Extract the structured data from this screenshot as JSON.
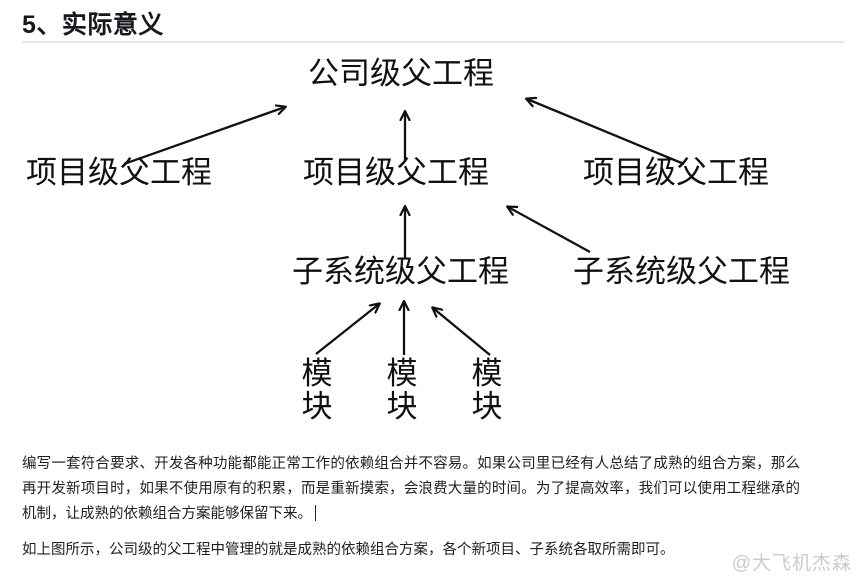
{
  "heading": {
    "text": "5、实际意义"
  },
  "diagram": {
    "type": "hierarchy-tree",
    "nodes": {
      "company": "公司级父工程",
      "project_1": "项目级父工程",
      "project_2": "项目级父工程",
      "project_3": "项目级父工程",
      "subsystem_1": "子系统级父工程",
      "subsystem_2": "子系统级父工程",
      "module_1": "模块",
      "module_2": "模块",
      "module_3": "模块"
    },
    "edges": [
      {
        "from": "project_1",
        "to": "company",
        "style": "arrow"
      },
      {
        "from": "project_2",
        "to": "company",
        "style": "arrow"
      },
      {
        "from": "project_3",
        "to": "company",
        "style": "arrow"
      },
      {
        "from": "subsystem_1",
        "to": "project_2",
        "style": "arrow"
      },
      {
        "from": "subsystem_2",
        "to": "project_2",
        "style": "arrow"
      },
      {
        "from": "module_1",
        "to": "subsystem_1",
        "style": "arrow"
      },
      {
        "from": "module_2",
        "to": "subsystem_1",
        "style": "arrow"
      },
      {
        "from": "module_3",
        "to": "subsystem_1",
        "style": "arrow"
      }
    ],
    "stroke_color": "#111111"
  },
  "body": {
    "paragraph_1": "编写一套符合要求、开发各种功能都能正常工作的依赖组合并不容易。如果公司里已经有人总结了成熟的组合方案，那么再开发新项目时，如果不使用原有的积累，而是重新摸索，会浪费大量的时间。为了提高效率，我们可以使用工程继承的机制，让成熟的依赖组合方案能够保留下来。",
    "paragraph_2": "如上图所示，公司级的父工程中管理的就是成熟的依赖组合方案，各个新项目、子系统各取所需即可。"
  },
  "watermark": {
    "text": "@大飞机杰森",
    "color": "#c9ccd1"
  }
}
